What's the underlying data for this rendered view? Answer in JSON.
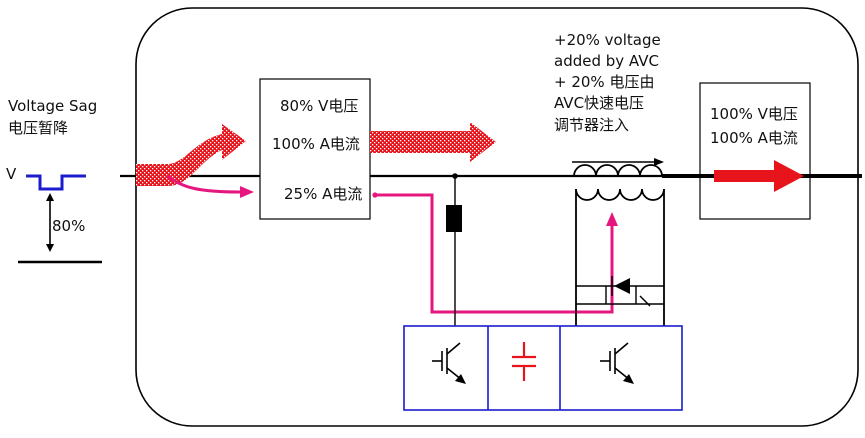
{
  "sag": {
    "title": "Voltage Sag",
    "subtitle": "电压暂降",
    "v_label": "V",
    "depth_label": "80%"
  },
  "input_box": {
    "voltage": "80% V电压",
    "current_main": "100% A电流",
    "current_branch": "25% A电流"
  },
  "avc_note": {
    "line1": "+20% voltage",
    "line2": "added by AVC",
    "line3": "+ 20% 电压由",
    "line4": "AVC快速电压",
    "line5": "调节器注入"
  },
  "output_box": {
    "voltage": "100% V电压",
    "current": "100% A电流"
  },
  "colors": {
    "main_flow": "#e8141b",
    "branch_flow": "#e5177f",
    "converter_border": "#1c1ccf",
    "capacitor": "#e8141b",
    "line": "#000000"
  },
  "icons": {
    "igbt_left": "igbt-transistor-icon",
    "capacitor": "capacitor-icon",
    "igbt_right": "igbt-transistor-icon",
    "thyristor": "thyristor-icon",
    "inductor": "inductor-icon",
    "transformer": "transformer-icon"
  }
}
